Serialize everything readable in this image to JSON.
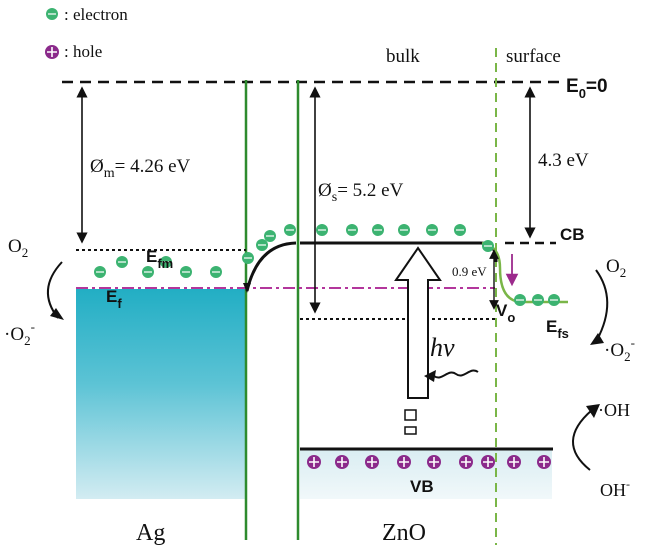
{
  "legend": {
    "electron": {
      "symbol": "●",
      "text": ": electron"
    },
    "hole": {
      "symbol": "⊕",
      "text": ": hole"
    }
  },
  "regions": {
    "bulk": "bulk",
    "surface": "surface"
  },
  "levels": {
    "vacuum": "E",
    "vacuum_sub": "0",
    "vacuum_eq": "=0",
    "cb": "CB",
    "vb": "VB",
    "efm": "E",
    "efm_sub": "fm",
    "ef": "E",
    "ef_sub": "f",
    "efs": "E",
    "efs_sub": "fs",
    "vo": "V",
    "vo_sub": "o"
  },
  "values": {
    "phi_m_symbol": "Ø",
    "phi_m_sub": "m",
    "phi_m": "= 4.26 eV",
    "phi_s_symbol": "Ø",
    "phi_s_sub": "s",
    "phi_s": "= 5.2  eV",
    "chi": "4.3 eV",
    "gap_state": "0.9 eV"
  },
  "species": {
    "o2": "O",
    "o2_sub": "2",
    "o2_radical": "·O",
    "o2_radical_sub": "2",
    "o2_radical_sup": "-",
    "oh_radical": "·OH",
    "oh_ion": "OH",
    "oh_ion_sup": "-"
  },
  "light": "hν",
  "materials": {
    "metal": "Ag",
    "semiconductor": "ZnO"
  },
  "colors": {
    "electron": "#3cb371",
    "hole": "#8b2a8b",
    "fermi_line": "#b3369c",
    "interface": "#2e8b2e",
    "surface_divider": "#7ab648",
    "metal_fill_top": "#29b3c8",
    "metal_fill_bottom": "#cde9ef",
    "vb_fill": "#e4f2f5"
  }
}
